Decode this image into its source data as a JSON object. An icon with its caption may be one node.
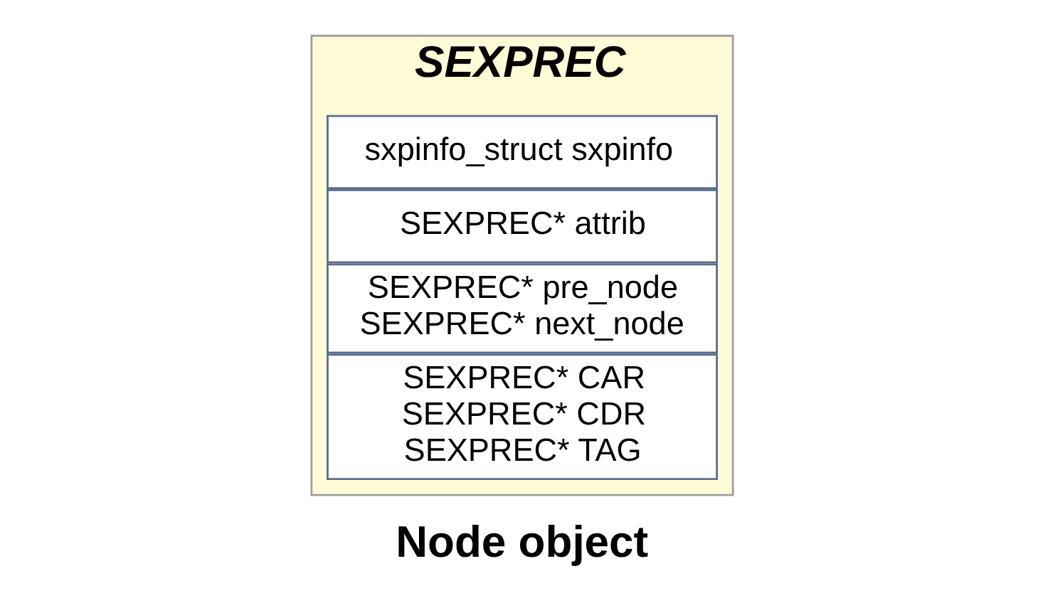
{
  "diagram": {
    "nodes": [
      {
        "text": [
          "SEXPREC"
        ]
      },
      {
        "text": [
          "sxpinfo_struct sxpinfo"
        ],
        "in": 0
      },
      {
        "text": [
          "SEXPREC* attrib"
        ],
        "in": 0
      },
      {
        "text": [
          "SEXPREC* pre_node",
          "SEXPREC* next_node"
        ],
        "in": 0
      },
      {
        "text": [
          "SEXPREC* CAR",
          "SEXPREC* CDR",
          "SEXPREC* TAG"
        ],
        "in": 0
      }
    ],
    "labels": [
      "Node object"
    ]
  }
}
